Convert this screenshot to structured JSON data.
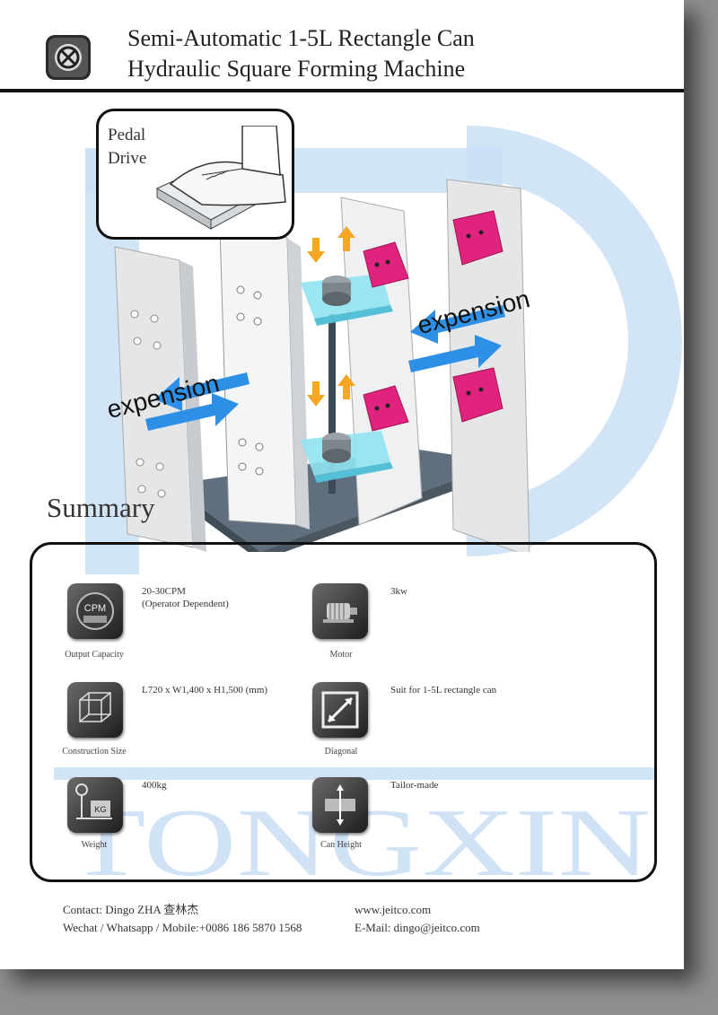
{
  "header": {
    "title_line1": "Semi-Automatic 1-5L Rectangle Can",
    "title_line2": "Hydraulic Square Forming Machine"
  },
  "illustration": {
    "pedal_label_line1": "Pedal",
    "pedal_label_line2": "Drive",
    "expension_left": "expension",
    "expension_right": "expension"
  },
  "watermark": {
    "text": "TONGXIN",
    "color": "#bcd8f3"
  },
  "summary": {
    "title": "Summary",
    "specs": [
      {
        "icon": "cpm-gauge-icon",
        "caption": "Output Capacity",
        "value_line1": "20-30CPM",
        "value_line2": "(Operator Dependent)"
      },
      {
        "icon": "motor-icon",
        "caption": "Motor",
        "value_line1": "3kw",
        "value_line2": ""
      },
      {
        "icon": "cube-icon",
        "caption": "Construction Size",
        "value_line1": "L720 x W1,400 x H1,500 (mm)",
        "value_line2": ""
      },
      {
        "icon": "diagonal-icon",
        "caption": "Diagonal",
        "value_line1": "Suit for 1-5L rectangle can",
        "value_line2": ""
      },
      {
        "icon": "weight-scale-icon",
        "caption": "Weight",
        "value_line1": "400kg",
        "value_line2": ""
      },
      {
        "icon": "can-height-icon",
        "caption": "Can Height",
        "value_line1": "Tailor-made",
        "value_line2": ""
      }
    ],
    "cpm_icon_label": "CPM",
    "kg_icon_label": "KG"
  },
  "contact": {
    "name_line": "Contact: Dingo ZHA 查林杰",
    "phone_line": "Wechat / Whatsapp / Mobile:+0086 186 5870 1568",
    "website": "www.jeitco.com",
    "email_line": "E-Mail: dingo@jeitco.com"
  },
  "colors": {
    "accent_blue": "#2e8fe6",
    "arrow_orange": "#f5a623",
    "die_magenta": "#e0237f",
    "fixture_cyan": "#8fe3f2"
  }
}
